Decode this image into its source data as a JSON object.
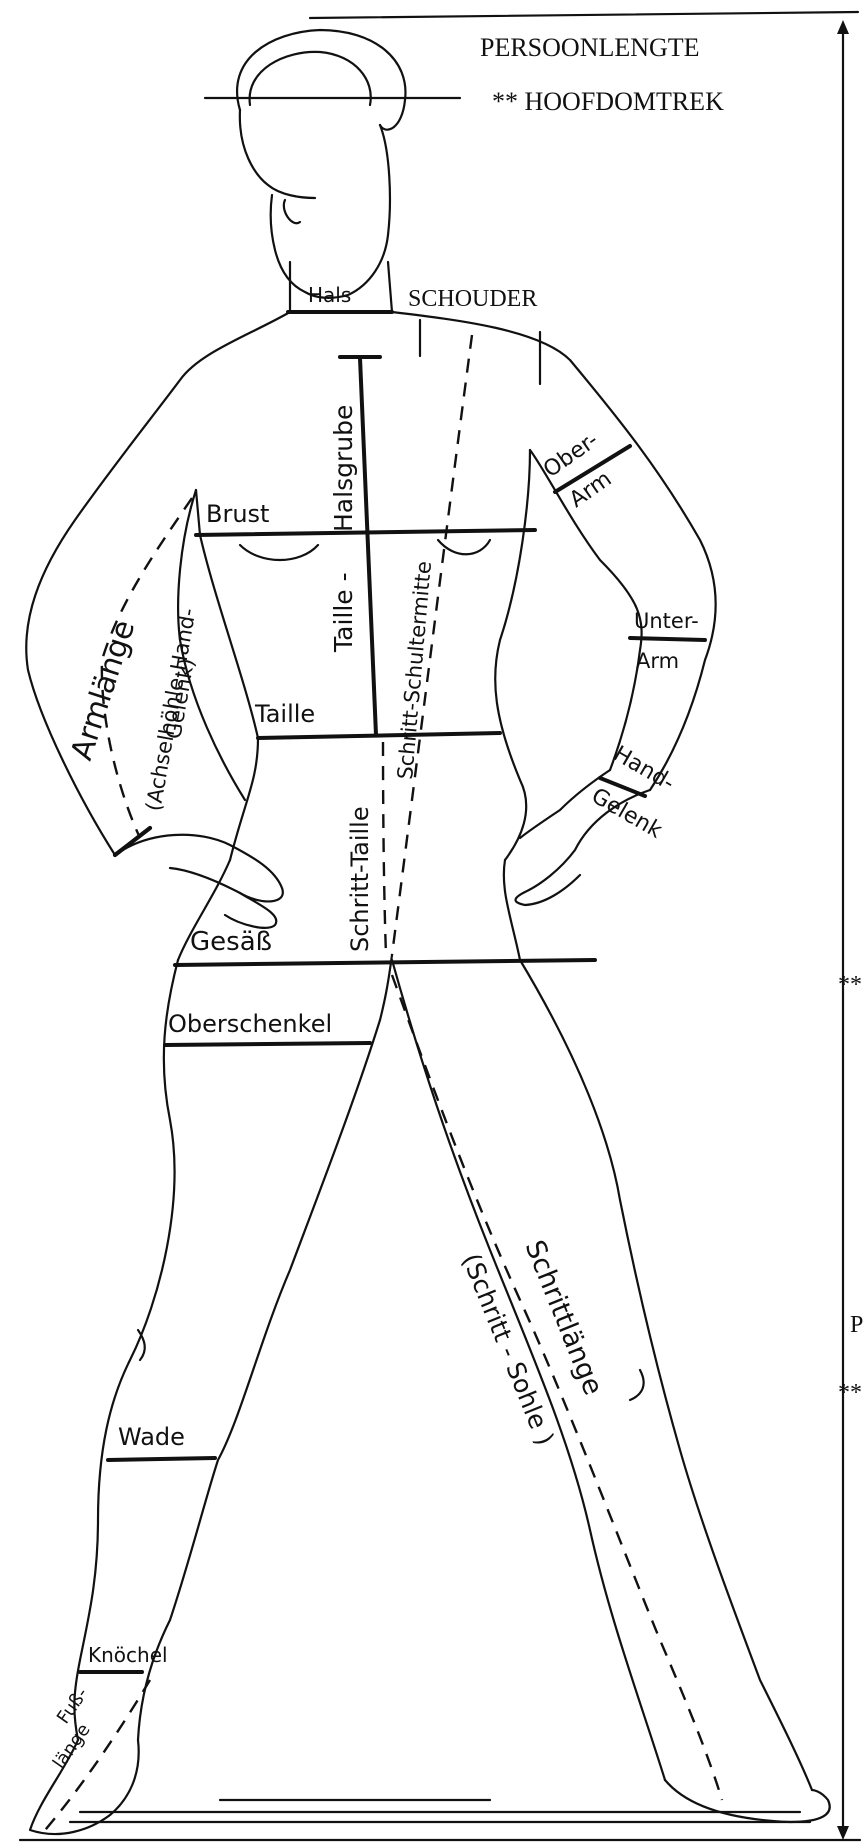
{
  "header": {
    "person_length": "PERSOONLENGTE",
    "head_circumference": "** HOOFDOMTREK",
    "shoulder": "SCHOUDER"
  },
  "margin_fragments": {
    "a": "**",
    "b": "P",
    "c": "**"
  },
  "labels": {
    "hals": "Hals",
    "brust": "Brust",
    "halsgrube": "Halsgrube",
    "taille_dash": "Taille -",
    "schritt_schultermitte": "Schritt-Schultermitte",
    "ober": "Ober-",
    "arm_upper": "Arm",
    "armlaenge": "Armlänge",
    "achselhoehle_hand": "(Achselhöhle-Hand-",
    "gelenk_paren": "Gelenk)",
    "unter": "Unter-",
    "arm_lower": "Arm",
    "taille": "Taille",
    "schritt_taille": "Schritt-Taille",
    "hand": "Hand-",
    "gelenk": "Gelenk",
    "gesaess": "Gesäß",
    "oberschenkel": "Oberschenkel",
    "schrittlaenge": "Schrittlänge",
    "schritt_sohle": "(Schritt - Sohle )",
    "wade": "Wade",
    "knoechel": "Knöchel",
    "fuss": "Fuß-",
    "laenge": "länge"
  }
}
